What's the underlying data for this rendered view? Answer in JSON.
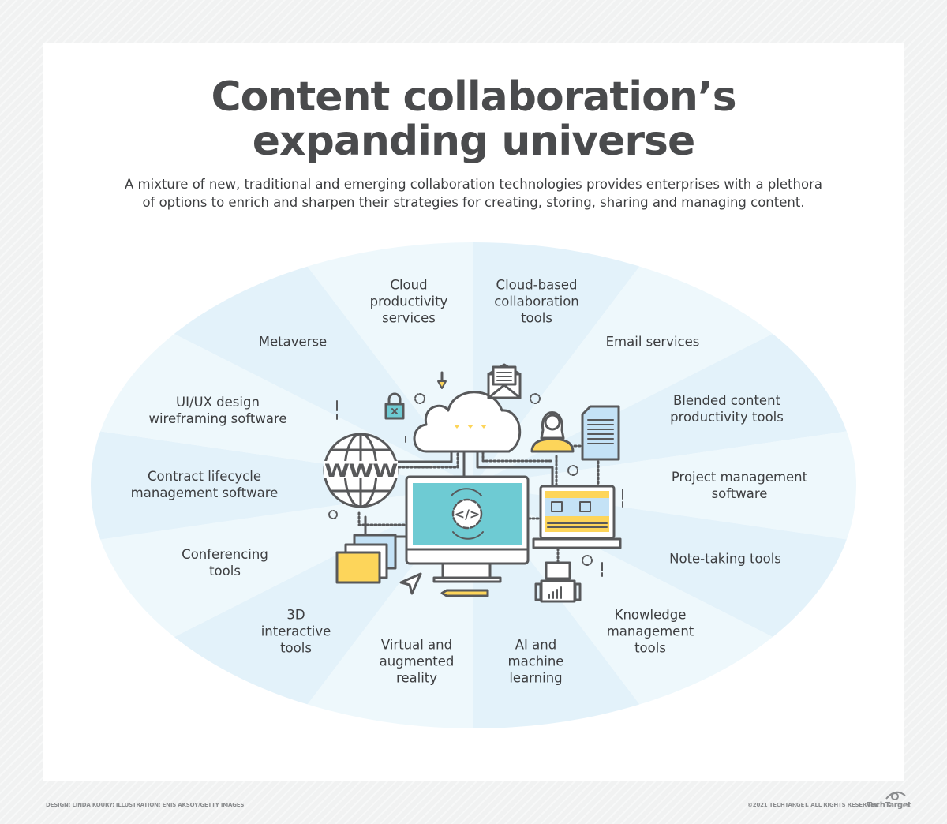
{
  "header": {
    "title_line1": "Content collaboration’s",
    "title_line2": "expanding universe",
    "subtitle_line1": "A mixture of new, traditional and emerging collaboration technologies provides enterprises with a plethora",
    "subtitle_line2": "of options to enrich and sharpen their strategies for creating, storing, sharing and managing content."
  },
  "segments": [
    {
      "lines": [
        "Cloud",
        "productivity",
        "services"
      ]
    },
    {
      "lines": [
        "Cloud-based",
        "collaboration",
        "tools"
      ]
    },
    {
      "lines": [
        "Email services"
      ]
    },
    {
      "lines": [
        "Blended content",
        "productivity tools"
      ]
    },
    {
      "lines": [
        "Project management",
        "software"
      ]
    },
    {
      "lines": [
        "Note-taking tools"
      ]
    },
    {
      "lines": [
        "Knowledge",
        "management",
        "tools"
      ]
    },
    {
      "lines": [
        "AI and",
        "machine",
        "learning"
      ]
    },
    {
      "lines": [
        "Virtual and",
        "augmented",
        "reality"
      ]
    },
    {
      "lines": [
        "3D",
        "interactive",
        "tools"
      ]
    },
    {
      "lines": [
        "Conferencing",
        "tools"
      ]
    },
    {
      "lines": [
        "Contract lifecycle",
        "management software"
      ]
    },
    {
      "lines": [
        "UI/UX design",
        "wireframing software"
      ]
    },
    {
      "lines": [
        "Metaverse"
      ]
    }
  ],
  "center_illustration": {
    "icons": [
      "cloud-icon",
      "globe-www-icon",
      "monitor-code-gear-icon",
      "laptop-wireframe-icon",
      "user-icon",
      "document-icon",
      "envelope-icon",
      "lock-icon",
      "folders-icon",
      "robot-icon",
      "pen-icon",
      "cursor-icon"
    ],
    "www_text": "WWW",
    "code_text": "</>"
  },
  "colors": {
    "wedge_a": "#e3f2fa",
    "wedge_b": "#eef8fc",
    "teal": "#6ecbd3",
    "yellow": "#fdd55a",
    "outline": "#58595b",
    "light_blue": "#c4e2f6"
  },
  "footer": {
    "credit": "DESIGN: LINDA KOURY; ILLUSTRATION: ENIS AKSOY/GETTY IMAGES",
    "copyright": "©2021 TECHTARGET. ALL RIGHTS RESERVED",
    "logo": "TechTarget"
  }
}
